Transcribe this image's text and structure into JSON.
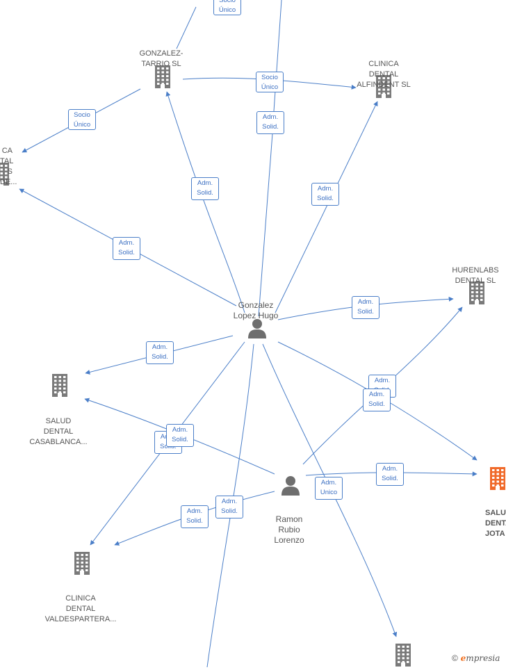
{
  "colors": {
    "edge": "#4a7ec8",
    "building": "#7a7a7a",
    "building_focus": "#f06a2a",
    "person": "#6e6e6e"
  },
  "nodes": [
    {
      "id": "gonzalez_tarrio",
      "type": "company",
      "label": "GONZALEZ-\nTARRIO  SL"
    },
    {
      "id": "alfindent",
      "type": "company",
      "label": "CLINICA\nDENTAL\nALFINDENT  SL"
    },
    {
      "id": "left_company",
      "type": "company",
      "label": "CA\nTAL\nS DE..."
    },
    {
      "id": "hurenlabs",
      "type": "company",
      "label": "HURENLABS\nDENTAL  SL"
    },
    {
      "id": "casablanca",
      "type": "company",
      "label": "SALUD\nDENTAL\nCASABLANCA..."
    },
    {
      "id": "valdespartera",
      "type": "company",
      "label": "CLINICA\nDENTAL\nVALDESPARTERA..."
    },
    {
      "id": "jota",
      "type": "company_focus",
      "label": "SALU\nDENTAL\nJOTA"
    },
    {
      "id": "bottom_company",
      "type": "company",
      "label": ""
    },
    {
      "id": "gonzalez_lopez",
      "type": "person",
      "label": "Gonzalez\nLopez Hugo"
    },
    {
      "id": "ramon_rubio",
      "type": "person",
      "label": "Ramon\nRubio\nLorenzo"
    }
  ],
  "edge_labels": [
    "Socio\nÚnico",
    "Socio\nÚnico",
    "Socio\nÚnico",
    "Adm.\nSolid.",
    "Adm.\nSolid.",
    "Adm.\nSolid.",
    "Adm.\nSolid.",
    "Adm.\nSolid.",
    "Adm.\nSolid.",
    "Adm.\nSolid.",
    "Adm.\nSolid.",
    "Adm.\nSolid.",
    "Adm.\nSolid.",
    "Adm.\nSolid.",
    "Adm.\nSolid.",
    "Adm.\nSolid.",
    "Adm.\nUnico",
    "Adm.\nSolid."
  ],
  "watermark": {
    "copyright": "©",
    "brand_first": "e",
    "brand_rest": "mpresia"
  }
}
